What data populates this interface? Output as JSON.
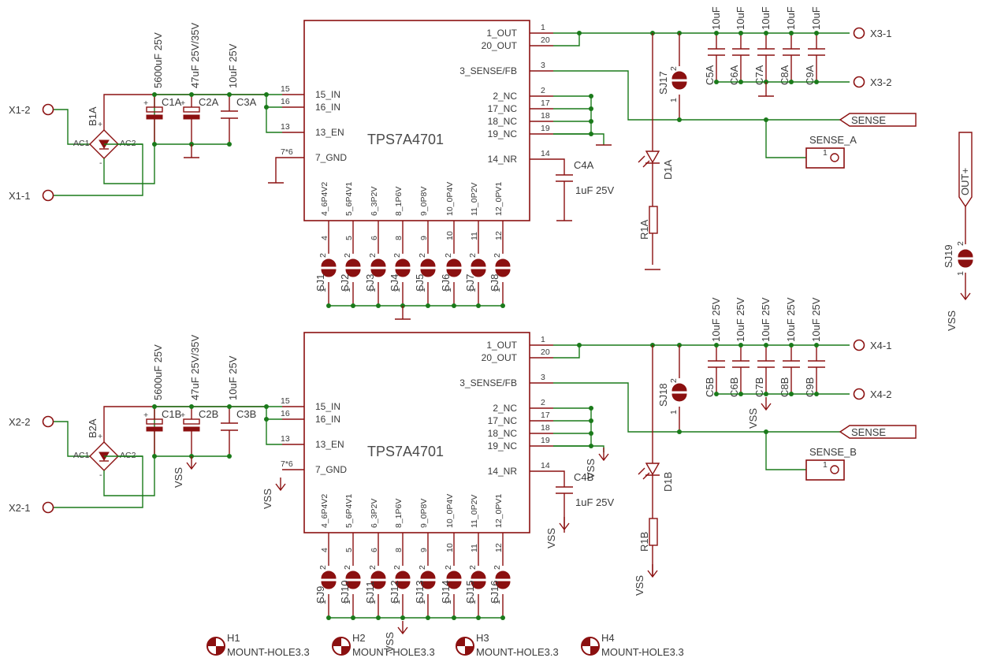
{
  "ic": {
    "name": "TPS7A4701",
    "pins_left": [
      "15_IN",
      "16_IN",
      "13_EN",
      "7_GND"
    ],
    "pins_right": [
      "1_OUT",
      "20_OUT",
      "3_SENSE/FB",
      "2_NC",
      "17_NC",
      "18_NC",
      "19_NC",
      "14_NR"
    ],
    "pins_bottom": [
      "4_6P4V2",
      "5_6P4V1",
      "6_3P2V",
      "8_1P6V",
      "9_0P8V",
      "10_0P4V",
      "11_0P2V",
      "12_0PV1"
    ],
    "nums_left": [
      "15",
      "16",
      "13",
      "7*6"
    ],
    "nums_right": [
      "1",
      "20",
      "3",
      "2",
      "17",
      "18",
      "19",
      "14"
    ],
    "nums_bottom": [
      "4",
      "5",
      "6",
      "8",
      "9",
      "10",
      "11",
      "12"
    ]
  },
  "bridges": [
    "B1A",
    "B2A"
  ],
  "bridge_pins": {
    "ac1": "AC1",
    "ac2": "AC2",
    "plus": "+",
    "minus": "-"
  },
  "input_caps": {
    "top": [
      "C1A",
      "C2A",
      "C3A"
    ],
    "bottom": [
      "C1B",
      "C2B",
      "C3B"
    ],
    "values": [
      "5600uF 25V",
      "47uF 25V/35V",
      "10uF 25V"
    ]
  },
  "nr_caps": {
    "labels": [
      "C4A",
      "C4B"
    ],
    "value": "1uF 25V"
  },
  "out_caps": {
    "top": [
      "C5A",
      "C6A",
      "C7A",
      "C8A",
      "C9A"
    ],
    "bottom": [
      "C5B",
      "C6B",
      "C7B",
      "C8B",
      "C9B"
    ],
    "value_top": "10uF",
    "value_bottom": "10uF 25V"
  },
  "connectors": {
    "top_in": [
      "X1-2",
      "X1-1"
    ],
    "bottom_in": [
      "X2-2",
      "X2-1"
    ],
    "top_out": [
      "X3-1",
      "X3-2"
    ],
    "bottom_out": [
      "X4-1",
      "X4-2"
    ]
  },
  "jumpers": {
    "top": [
      "SJ1",
      "SJ2",
      "SJ3",
      "SJ4",
      "SJ5",
      "SJ6",
      "SJ7",
      "SJ8"
    ],
    "bottom": [
      "SJ9",
      "SJ10",
      "SJ11",
      "SJ12",
      "SJ13",
      "SJ14",
      "SJ15",
      "SJ16"
    ],
    "sense_top": "SJ17",
    "sense_bottom": "SJ18",
    "out": "SJ19",
    "pin1": "1",
    "pin2": "2"
  },
  "leds": [
    "D1A",
    "D1B"
  ],
  "resistors": [
    "R1A",
    "R1B"
  ],
  "sense": {
    "net": "SENSE",
    "headers": [
      "SENSE_A",
      "SENSE_B"
    ],
    "pin": "1"
  },
  "out_plus": "OUT+",
  "vss": "VSS",
  "holes": [
    {
      "ref": "H1",
      "value": "MOUNT-HOLE3.3"
    },
    {
      "ref": "H2",
      "value": "MOUNT-HOLE3.3"
    },
    {
      "ref": "H3",
      "value": "MOUNT-HOLE3.3"
    },
    {
      "ref": "H4",
      "value": "MOUNT-HOLE3.3"
    }
  ]
}
